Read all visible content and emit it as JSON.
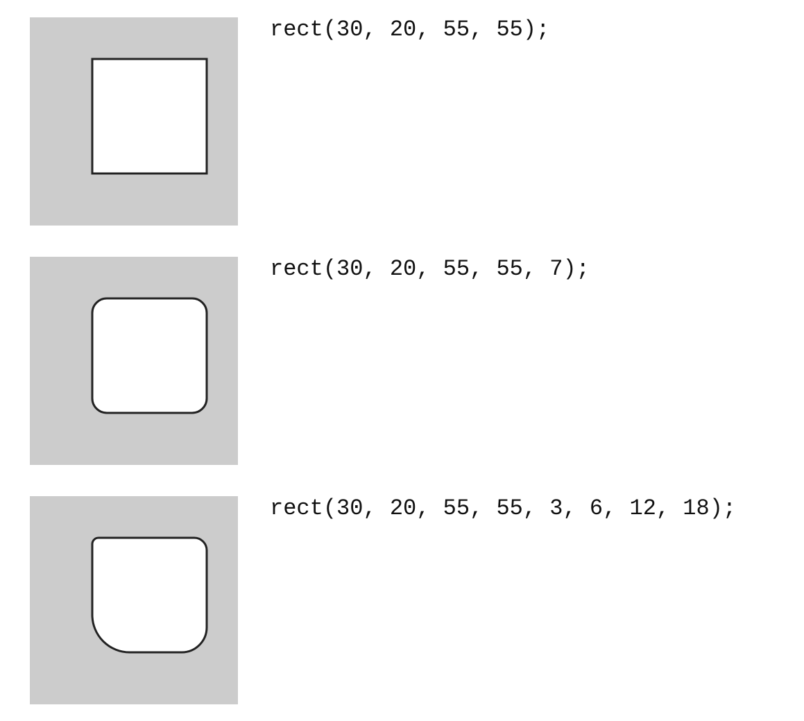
{
  "examples": [
    {
      "code": "rect(30, 20, 55, 55);"
    },
    {
      "code": "rect(30, 20, 55, 55, 7);"
    },
    {
      "code": "rect(30, 20, 55, 55, 3, 6, 12, 18);"
    }
  ],
  "colors": {
    "canvas_background": "#cccccc",
    "shape_fill": "#ffffff",
    "shape_stroke": "#222222",
    "code_text": "#111111"
  }
}
